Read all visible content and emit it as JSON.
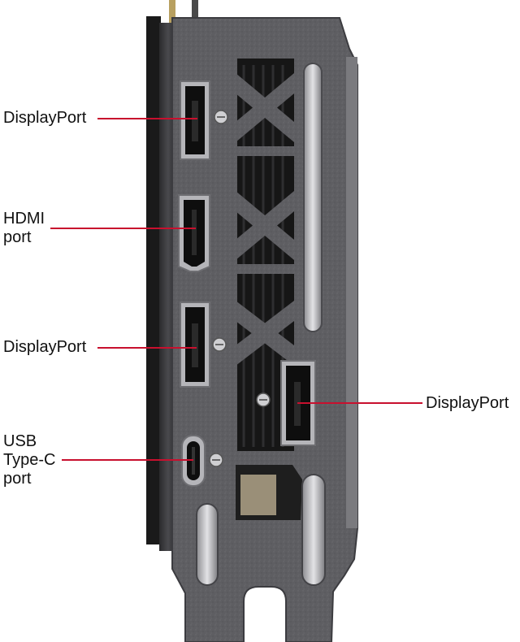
{
  "labels": {
    "displayport_top": "DisplayPort",
    "hdmi": [
      "HDMI",
      "port"
    ],
    "displayport_mid": "DisplayPort",
    "displayport_right": "DisplayPort",
    "usbc": [
      "USB",
      "Type-C",
      "port"
    ]
  },
  "colors": {
    "leader_line": "#c8102e",
    "bracket": "#5c5c5f",
    "port_shell": "#a9a9ad"
  }
}
